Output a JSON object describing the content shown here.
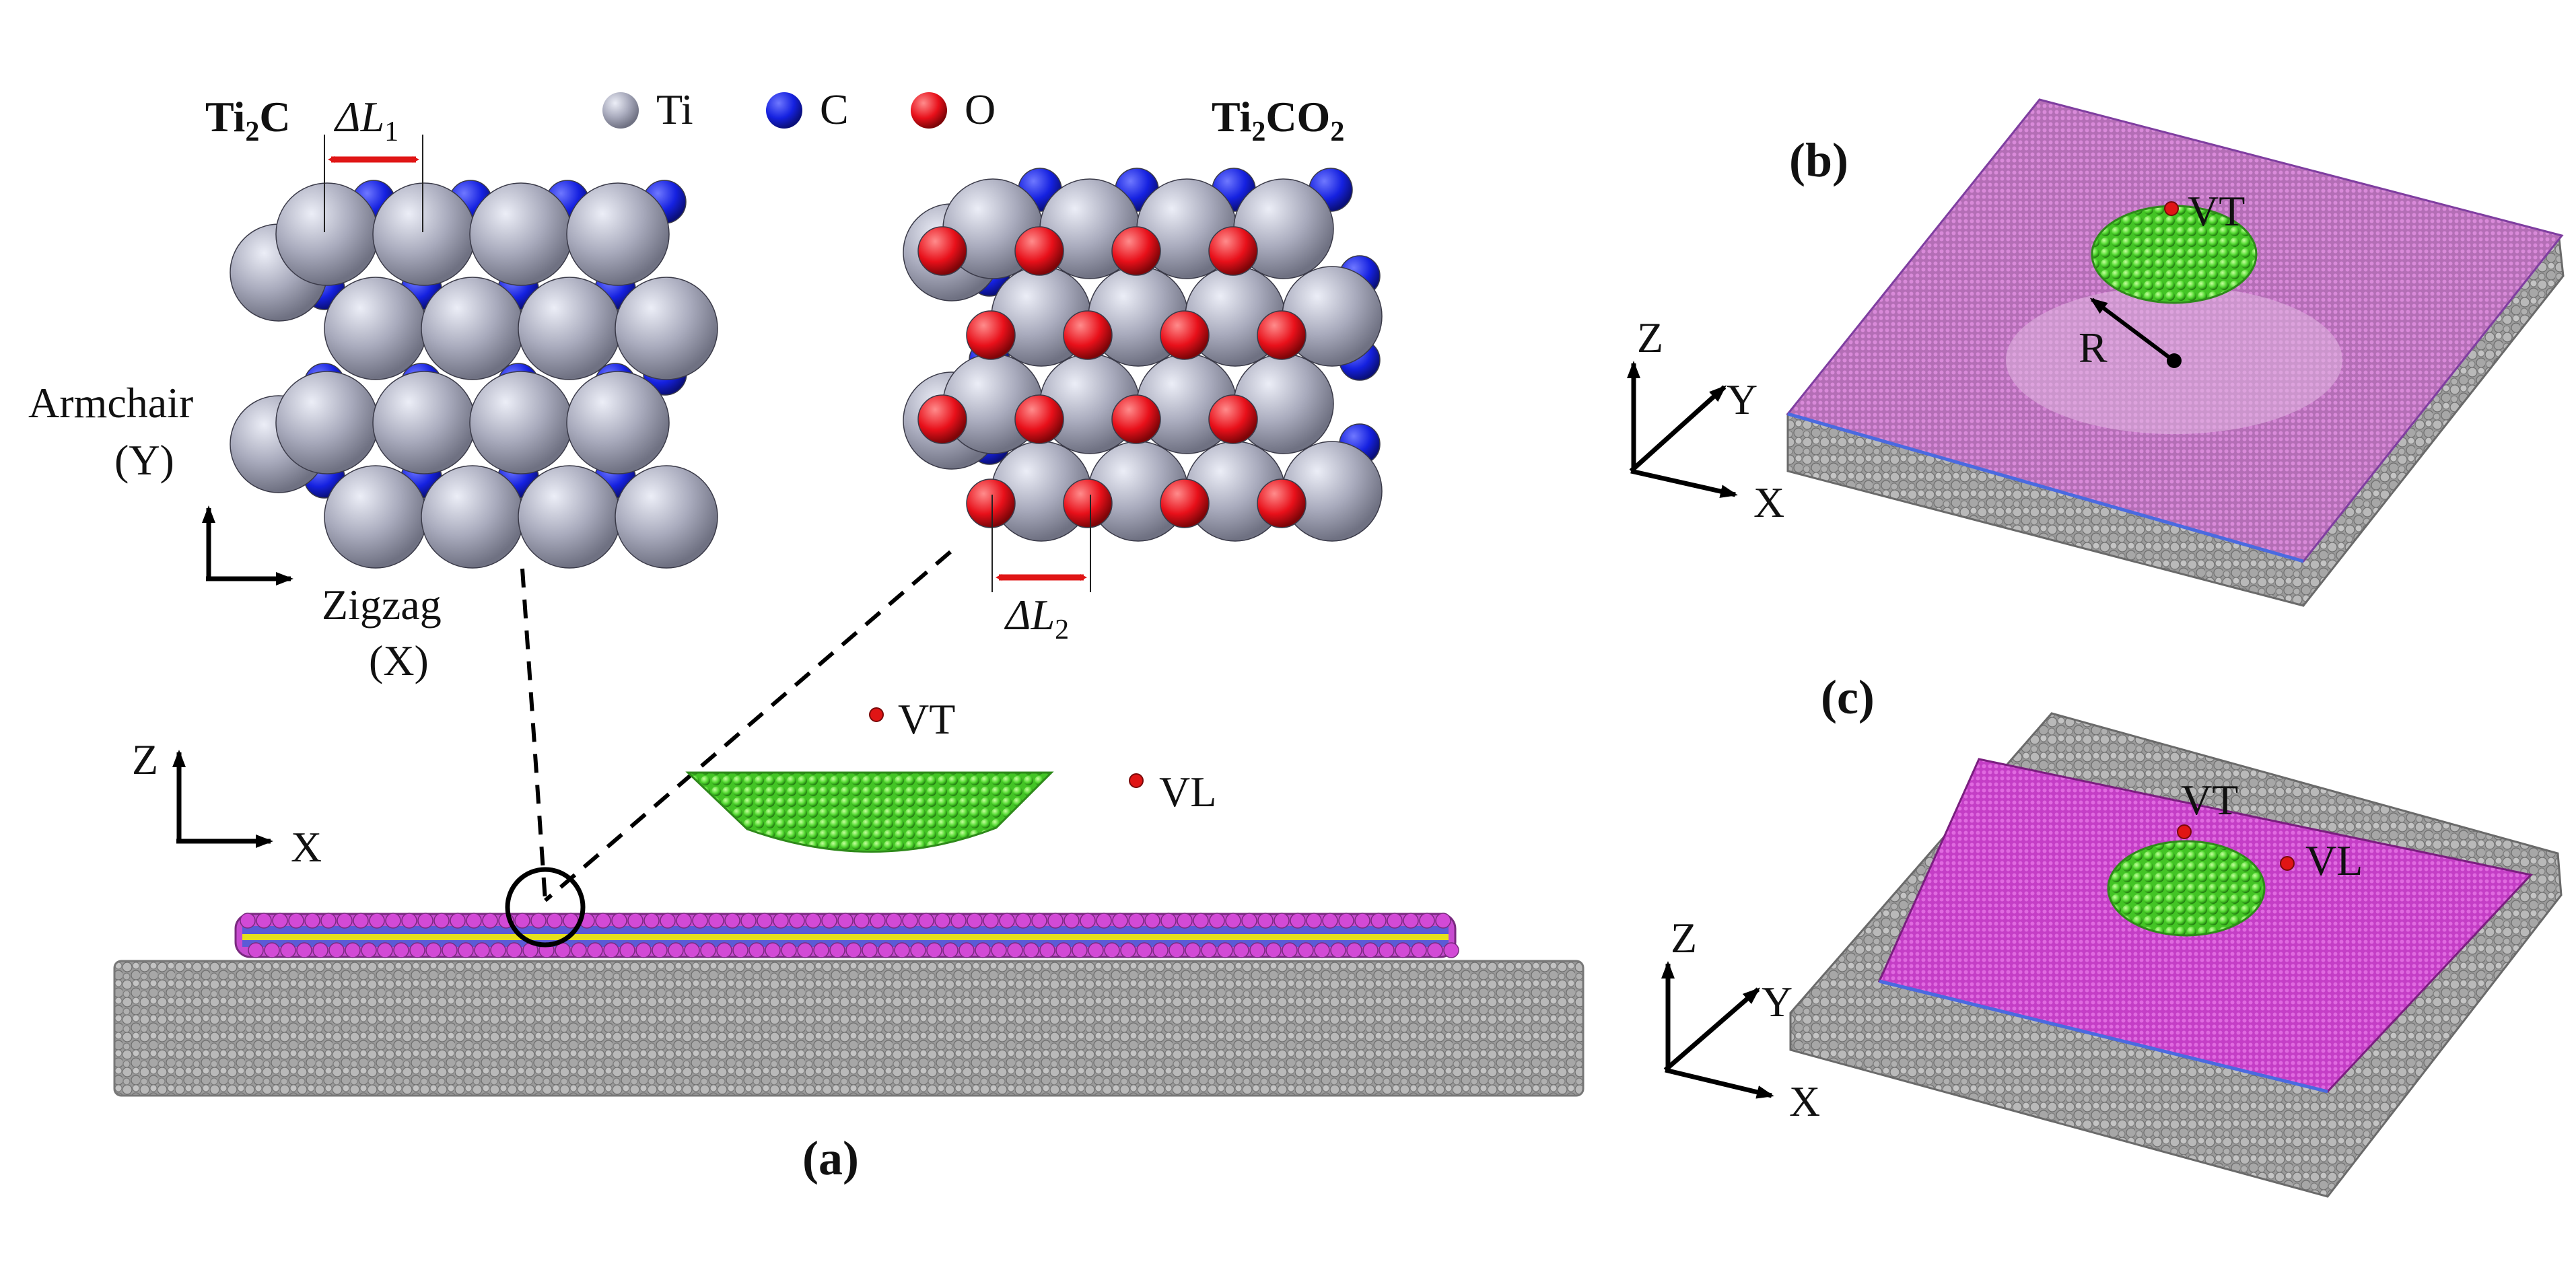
{
  "legend": {
    "items": [
      {
        "label": "Ti",
        "color": "#a9abbd"
      },
      {
        "label": "C",
        "color": "#1521e0"
      },
      {
        "label": "O",
        "color": "#e8101a"
      }
    ]
  },
  "panel_a": {
    "label": "(a)",
    "ti2c_title": {
      "main": "Ti",
      "sub": "2",
      "tail": "C"
    },
    "ti2co2_title": {
      "main": "Ti",
      "sub1": "2",
      "mid": "CO",
      "sub2": "2"
    },
    "delta_l1": {
      "delta": "ΔL",
      "sub": "1"
    },
    "delta_l2": {
      "delta": "ΔL",
      "sub": "2"
    },
    "armchair": "Armchair",
    "armchair_axis": "(Y)",
    "zigzag": "Zigzag",
    "zigzag_axis": "(X)",
    "z_axis": "Z",
    "x_axis": "X",
    "vt": "VT",
    "vl": "VL"
  },
  "panel_b": {
    "label": "(b)",
    "vt": "VT",
    "r": "R",
    "z_axis": "Z",
    "y_axis": "Y",
    "x_axis": "X"
  },
  "panel_c": {
    "label": "(c)",
    "vt": "VT",
    "vl": "VL",
    "z_axis": "Z",
    "y_axis": "Y",
    "x_axis": "X"
  },
  "colors": {
    "ti": "#a9abbd",
    "carbon": "#1521e0",
    "oxygen": "#e8101a",
    "tip": "#4fd62e",
    "film": "#d659d6",
    "substrate": "#8e8e8e",
    "red_marker": "#e01515"
  }
}
